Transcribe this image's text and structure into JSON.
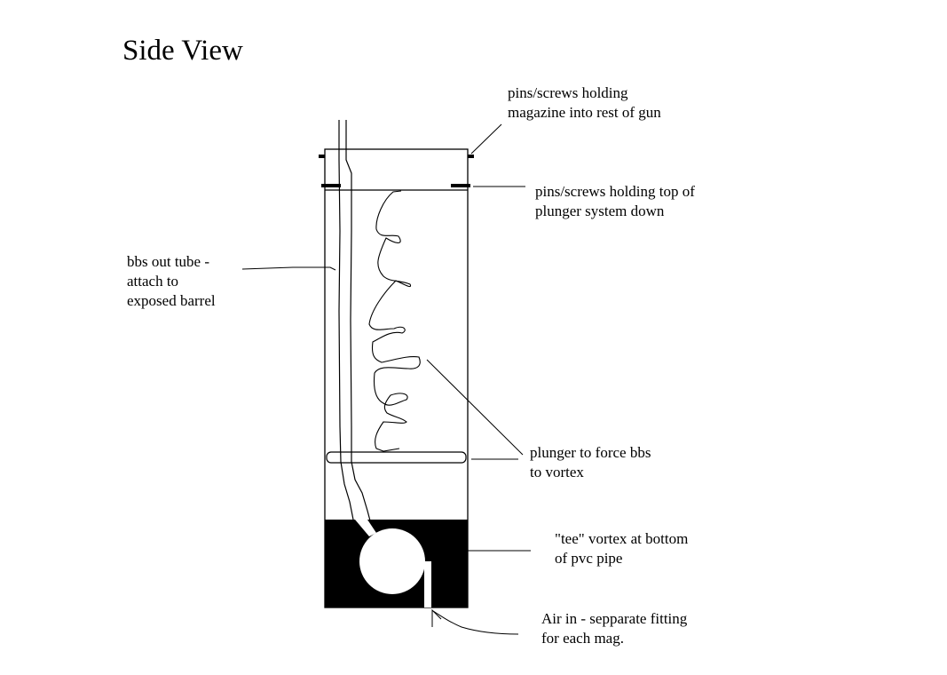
{
  "title": "Side View",
  "colors": {
    "ink": "#000000",
    "paper": "#ffffff"
  },
  "labels": {
    "pins_magazine": [
      "pins/screws holding",
      "magazine into rest of gun"
    ],
    "pins_top": [
      "pins/screws holding top of",
      "plunger system down"
    ],
    "bbs_tube": [
      "bbs out tube -",
      "attach to",
      "exposed barrel"
    ],
    "plunger": [
      "plunger to force bbs",
      "to vortex"
    ],
    "vortex": [
      "\"tee\" vortex at bottom",
      "of pvc pipe"
    ],
    "air_in": [
      "Air in - sepparate fitting",
      "for each mag."
    ]
  },
  "components": [
    "magazine-body",
    "top-cap",
    "bbs-out-tube",
    "spring",
    "plunger",
    "tee-vortex",
    "air-inlet"
  ]
}
